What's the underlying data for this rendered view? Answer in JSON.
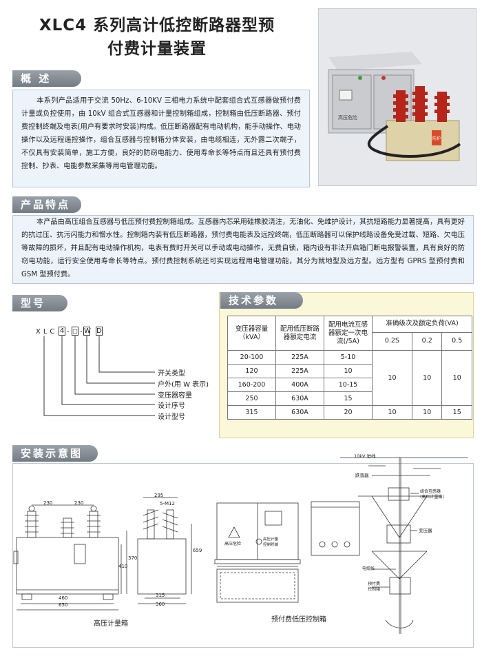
{
  "title": {
    "line1": "XLC4 系列高计低控断路器型预",
    "line2": "付费计量装置"
  },
  "photo": {
    "icon": "substation-photo-illustration",
    "box_label": "高压危险",
    "tag": "防护"
  },
  "overview": {
    "heading": "概  述",
    "text": "本系列产品适用于交流 50Hz、6-10KV 三相电力系统中配套组合式互感器做预付费计量或负控使用，由 10kV 组合式互感器和计量控制箱组成，控制箱由低压断路器、预付费控制终端及电表(用户有要求时安装)构成。低压断路器配有电动机构，能手动操作、电动操作以及远程遥控操作，组合互感器与控制箱分体安装，由电缆相连，无外露二次端子，不仅具有安装简单，施工方便，良好的防窃电能力、使用寿命长等特点而且还具有预付费控制、抄表、电能参数采集等用电管理功能。"
  },
  "features": {
    "heading": "产品特点",
    "text": "本产品由高压组合互感器与低压预付费控制箱组成。互感器内芯采用硅橡胶浇注，无油化、免维护设计，其抗短路能力显著提高，具有更好的抗过压、抗污闪能力和憎水性。控制箱内装有低压断路器，预付费电能表及远控终端，低压断路器可以保护线路设备免受过载、短路、欠电压等故障的损坏，并且配有电动操作机构，电表有费时开关可以手动或电动操作，无费自锁，箱内设有非法开启箱门断电报警装置，具有良好的防窃电功能，运行安全使用寿命长等特点。预付费控制系统还可实现远程用电管理功能，其分为就地型及远方型。远方型有 GPRS 型预付费和 GSM 型预付费。"
  },
  "model": {
    "heading": "型号",
    "code_prefix": "XLC",
    "code_boxes": [
      "4",
      "□",
      "W",
      "D"
    ],
    "dash": "-",
    "legend": [
      "开关类型",
      "户外(用 W 表示)",
      "变压器容量",
      "设计序号",
      "设计型号"
    ]
  },
  "tech": {
    "heading": "技术参数",
    "headers": {
      "capacity": "变压器容量\n（kVA）",
      "breaker": "配用低压断路\n器额定电流",
      "ct": "配用电流互感\n器额定一次电\n流(/5A)",
      "accuracy": "准确级次及额定负荷(VA)",
      "c1": "0.2S",
      "c2": "0.2",
      "c3": "0.5"
    },
    "rows": [
      {
        "cap": "20-100",
        "brk": "225A",
        "ct": "5-10"
      },
      {
        "cap": "120",
        "brk": "225A",
        "ct": "10"
      },
      {
        "cap": "160-200",
        "brk": "400A",
        "ct": "10-15"
      },
      {
        "cap": "250",
        "brk": "630A",
        "ct": "15"
      },
      {
        "cap": "315",
        "brk": "630A",
        "ct": "20",
        "a1": "10",
        "a2": "10",
        "a3": "15"
      }
    ],
    "merged": {
      "a1": "10",
      "a2": "10",
      "a3": "10"
    }
  },
  "install": {
    "heading": "安装示意图",
    "caption_left": "高压计量箱",
    "caption_right": "预付费低压控制箱",
    "dims": {
      "d230a": "230",
      "d230b": "230",
      "d295": "295",
      "d5m12": "5-M12",
      "d370": "370",
      "d410": "410",
      "d659": "659",
      "d460": "460",
      "d650": "650",
      "d315": "315",
      "d360": "360"
    },
    "ctrl_label": "高压危险",
    "ctrl_small1": "高压计量",
    "ctrl_small2": "控制终端",
    "pole": {
      "line": "10kV 进线",
      "arrester": "跌落器",
      "ct": "组合互感器\n(高压计量箱)",
      "trans": "变压器",
      "cable": "电缆线",
      "box": "预付费\n控制箱"
    }
  }
}
